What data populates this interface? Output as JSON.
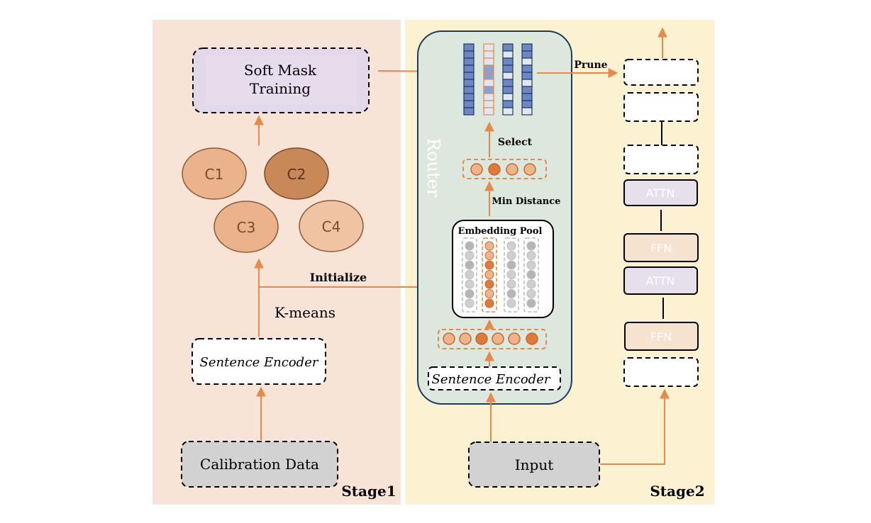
{
  "stage1": {
    "label": "Stage1",
    "soft_mask": [
      "Soft Mask",
      "Training"
    ],
    "clusters": [
      "C1",
      "C2",
      "C3",
      "C4"
    ],
    "kmeans": "K-means",
    "initialize": "Initialize",
    "sentence_encoder": "Sentence Encoder",
    "calibration": "Calibration Data"
  },
  "stage2": {
    "label": "Stage2",
    "router": "Router",
    "prune": "Prune",
    "select": "Select",
    "min_distance": "Min Distance",
    "embedding_pool": "Embedding Pool",
    "sentence_encoder": "Sentence Encoder",
    "input": "Input",
    "layers": {
      "attn": "ATTN",
      "ffn": "FFN"
    }
  },
  "colors": {
    "stage1_bg": "#f7e4d6",
    "stage2_bg": "#fcf2d2",
    "router_bg": "#dce8dd",
    "router_border": "#1f3b5c",
    "accent": "#e58a4a",
    "mask_box": "#e2d8ea",
    "cluster_light": "#eab38c",
    "cluster_dark": "#c98858",
    "calib_box": "#d2d2d2",
    "block_blue": "#6f86c4",
    "block_light": "#e2e6ee",
    "attn_fill": "#e8dfec",
    "ffn_fill": "#f5e2cf"
  }
}
